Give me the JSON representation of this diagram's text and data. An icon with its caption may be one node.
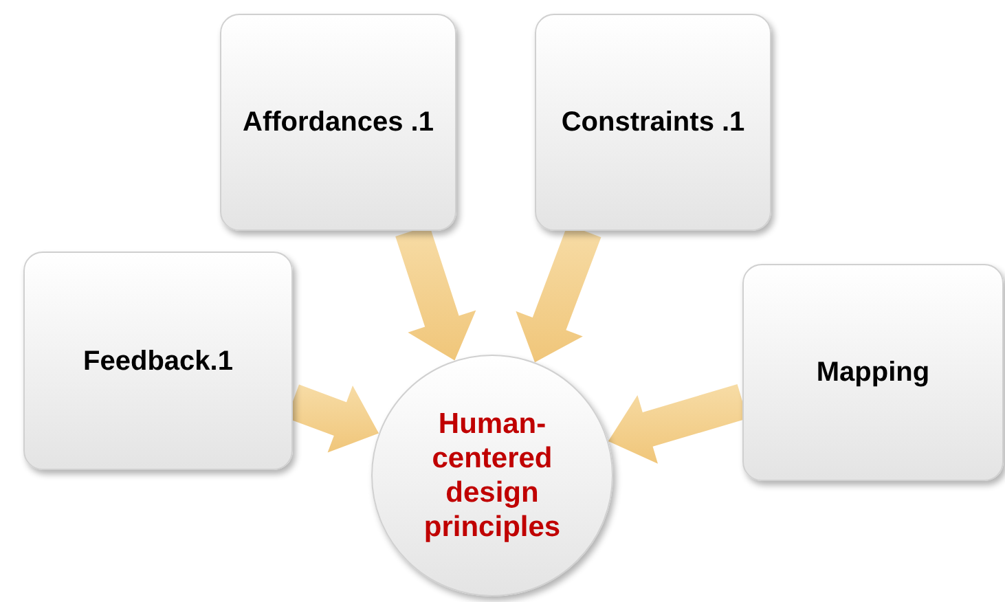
{
  "diagram": {
    "nodes": [
      {
        "text": [
          "Affordances .1"
        ]
      },
      {
        "text": [
          "Constraints .1"
        ]
      },
      {
        "text": [
          "Feedback.1"
        ]
      },
      {
        "text": [
          "Mapping"
        ]
      },
      {
        "text": [
          "Human- centered design principles"
        ]
      }
    ],
    "edges": [
      {
        "from": 0,
        "to": 4,
        "arrow": "to",
        "style": "thick"
      },
      {
        "from": 1,
        "to": 4,
        "arrow": "to",
        "style": "thick"
      },
      {
        "from": 2,
        "to": 4,
        "arrow": "to",
        "style": "thick"
      },
      {
        "from": 3,
        "to": 4,
        "arrow": "to",
        "style": "thick"
      }
    ]
  }
}
